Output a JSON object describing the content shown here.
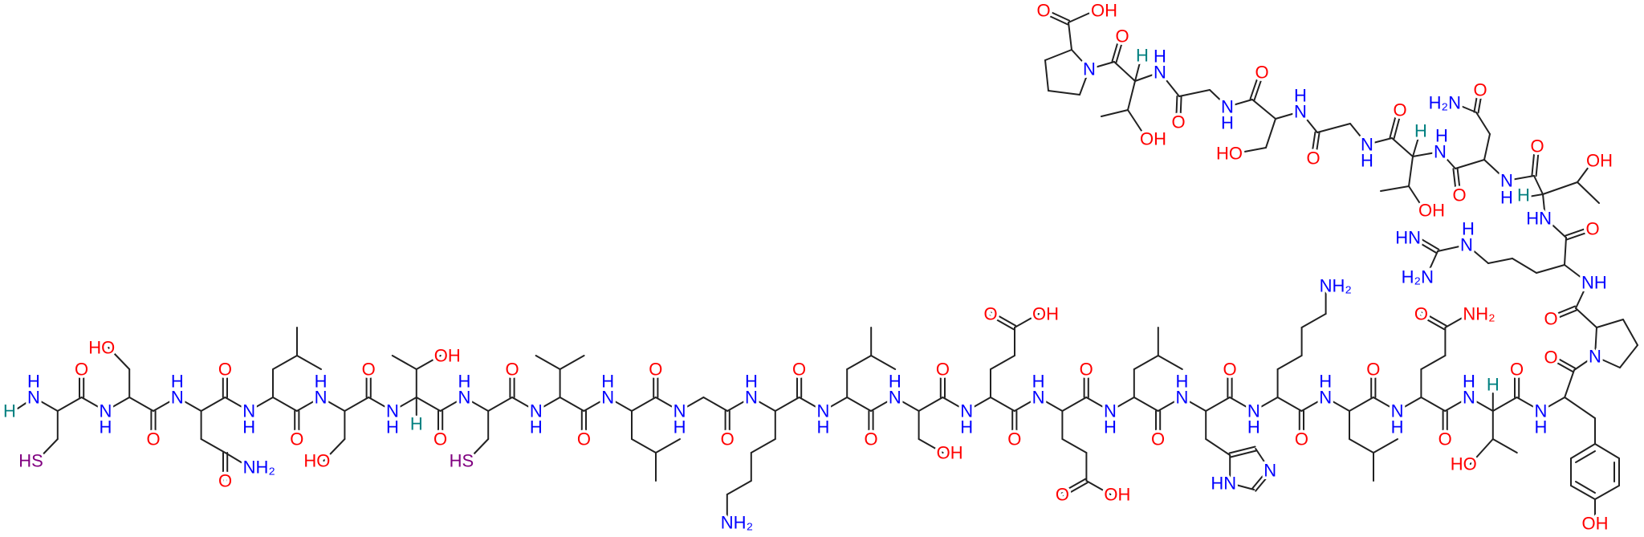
{
  "colors": {
    "N": "#0000FF",
    "O": "#FF0000",
    "S": "#800080",
    "H": "#008080",
    "bond": "#222222"
  },
  "residues": [
    {
      "amide": [
        "N",
        "H"
      ],
      "amine_h": "H",
      "carbonyl": "O",
      "side": [
        "HS"
      ]
    },
    {
      "amide": [
        "N",
        "H"
      ],
      "carbonyl": "O",
      "side": [
        "HO"
      ]
    },
    {
      "amide": [
        "N",
        "H"
      ],
      "carbonyl": "O",
      "side": [
        "O",
        "NH₂"
      ]
    },
    {
      "amide": [
        "N",
        "H"
      ],
      "carbonyl": "O",
      "side": []
    },
    {
      "amide": [
        "N",
        "H"
      ],
      "carbonyl": "O",
      "side": [
        "HO"
      ]
    },
    {
      "amide": [
        "N",
        "H"
      ],
      "carbonyl": "O",
      "side": [
        "OH"
      ],
      "stereo_h": "H"
    },
    {
      "amide": [
        "N",
        "H"
      ],
      "carbonyl": "O",
      "side": [
        "HS"
      ]
    },
    {
      "amide": [
        "N",
        "H"
      ],
      "carbonyl": "O",
      "side": []
    },
    {
      "amide": [
        "N",
        "H"
      ],
      "carbonyl": "O",
      "side": []
    },
    {
      "amide": [
        "N",
        "H"
      ],
      "carbonyl": "O",
      "side": []
    },
    {
      "amide": [
        "N",
        "H"
      ],
      "carbonyl": "O",
      "side": [
        "NH₂"
      ]
    },
    {
      "amide": [
        "N",
        "H"
      ],
      "carbonyl": "O",
      "side": []
    },
    {
      "amide": [
        "N",
        "H"
      ],
      "carbonyl": "O",
      "side": [
        "OH"
      ]
    },
    {
      "amide": [
        "N",
        "H"
      ],
      "carbonyl": "O",
      "side": [
        "O",
        "OH"
      ]
    },
    {
      "amide": [
        "N",
        "H"
      ],
      "carbonyl": "O",
      "side": [
        "O",
        "OH"
      ]
    },
    {
      "amide": [
        "N",
        "H"
      ],
      "carbonyl": "O",
      "side": []
    },
    {
      "amide": [
        "N",
        "H"
      ],
      "carbonyl": "O",
      "side": [
        "N",
        "HN"
      ]
    },
    {
      "amide": [
        "N",
        "H"
      ],
      "carbonyl": "O",
      "side": [
        "NH₂"
      ]
    },
    {
      "amide": [
        "N",
        "H"
      ],
      "carbonyl": "O",
      "side": []
    },
    {
      "amide": [
        "N",
        "H"
      ],
      "carbonyl": "O",
      "side": [
        "O",
        "NH₂"
      ]
    },
    {
      "amide": [
        "N",
        "H"
      ],
      "carbonyl": "O",
      "side": [
        "HO"
      ],
      "stereo_h": "H"
    },
    {
      "amide": [
        "N",
        "H"
      ],
      "carbonyl": "O",
      "side": [
        "OH"
      ]
    }
  ],
  "c_terminal_segment": [
    "N",
    "O",
    "NH",
    "O",
    "HN",
    "OH",
    "H",
    "O",
    "N",
    "H",
    "O",
    "H₂N",
    "O",
    "N",
    "H",
    "H",
    "OH",
    "O",
    "N",
    "H",
    "O",
    "N",
    "H",
    "HO",
    "O",
    "N",
    "H",
    "O",
    "N",
    "H",
    "H",
    "OH",
    "O",
    "N",
    "O",
    "OH",
    "N",
    "H",
    "HN",
    "H₂N"
  ]
}
